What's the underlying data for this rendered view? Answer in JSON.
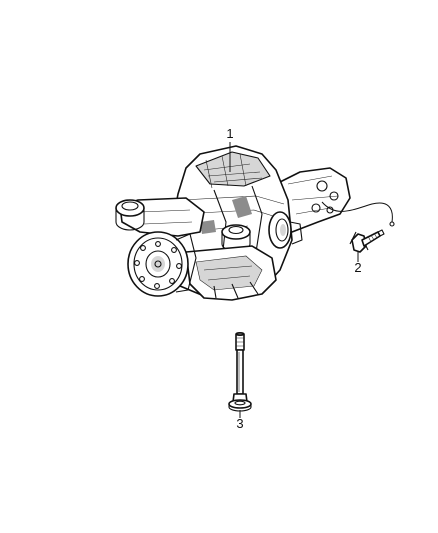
{
  "callouts": {
    "c1": "1",
    "c2": "2",
    "c3": "3"
  },
  "parts": [
    {
      "callout": "1",
      "icon": "rear-differential-assembly"
    },
    {
      "callout": "2",
      "icon": "bolt"
    },
    {
      "callout": "3",
      "icon": "long-bolt-with-washer"
    }
  ]
}
